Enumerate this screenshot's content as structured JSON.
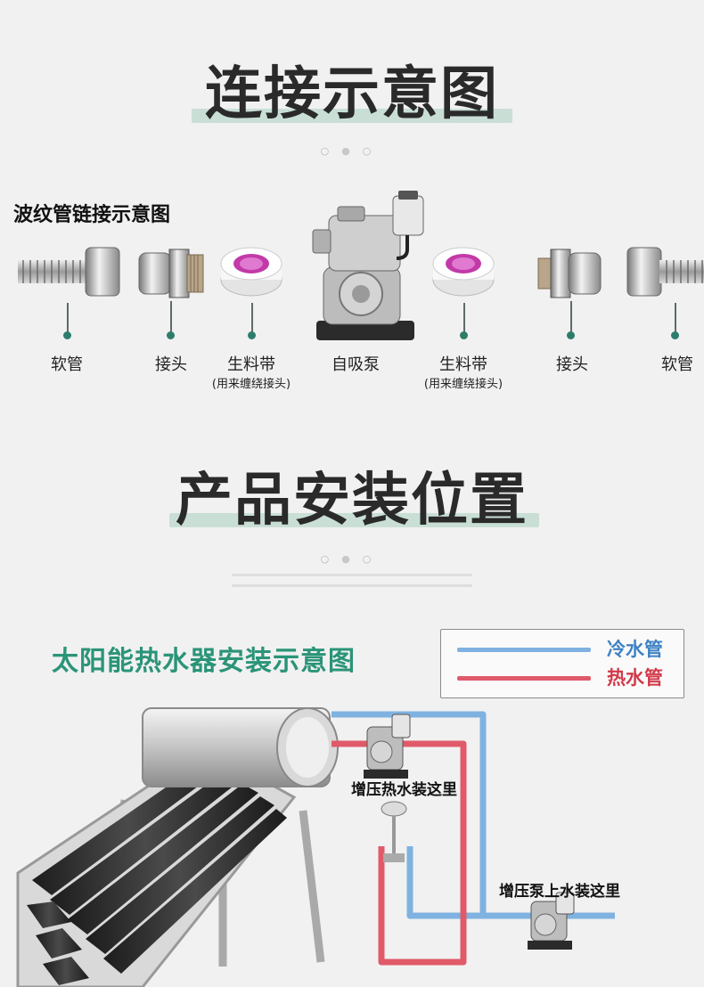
{
  "section1": {
    "title": "连接示意图"
  },
  "connection": {
    "subtitle": "波纹管链接示意图",
    "parts": [
      {
        "label": "软管",
        "note": "",
        "icon": "corrugated-hose-icon"
      },
      {
        "label": "接头",
        "note": "",
        "icon": "fitting-icon"
      },
      {
        "label": "生料带",
        "note": "(用来缠绕接头)",
        "icon": "ptfe-tape-icon"
      },
      {
        "label": "自吸泵",
        "note": "",
        "icon": "pump-icon"
      },
      {
        "label": "生料带",
        "note": "(用来缠绕接头)",
        "icon": "ptfe-tape-icon"
      },
      {
        "label": "接头",
        "note": "",
        "icon": "fitting-icon"
      },
      {
        "label": "软管",
        "note": "",
        "icon": "corrugated-hose-icon"
      }
    ]
  },
  "section2": {
    "title": "产品安装位置"
  },
  "solar": {
    "title": "太阳能热水器安装示意图",
    "legend": {
      "cold_label": "冷水管",
      "hot_label": "热水管",
      "cold_color": "#7fb2e0",
      "hot_color": "#e05a6a"
    },
    "callout_hot": "增压热水装这里",
    "callout_cold": "增压泵上水装这里"
  }
}
